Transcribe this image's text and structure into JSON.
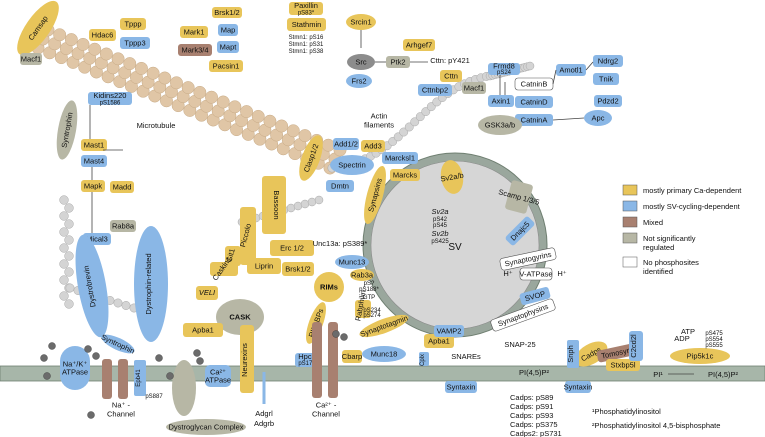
{
  "colors": {
    "yellow": "#e8c55a",
    "blue": "#8ab7e6",
    "brown": "#a88070",
    "gray": "#b7b7a5",
    "membrane": "#a7b6a9",
    "vesicle_fill": "#d6d6d6",
    "vesicle_ring": "#9aa79d",
    "microtubule": "#e0c6a6",
    "actin": "#d4d4d4"
  },
  "proteins": {
    "hdac6": "Hdac6",
    "tppp": "Tppp",
    "tppp3": "Tppp3",
    "mark1": "Mark1",
    "brsk12_top": "Brsk1/2",
    "map": "Map",
    "mark34": "Mark3/4",
    "mapt": "Mapt",
    "pacsin1": "Pacsin1",
    "paxillin": "Paxillin",
    "paxillin_site": "pS83*",
    "stathmin": "Stathmin",
    "srcin1": "Srcin1",
    "src": "Src",
    "ptk2": "Ptk2",
    "frs2": "Frs2",
    "arhgef7": "Arhgef7",
    "cttn": "Cttn",
    "cttnbp2": "Cttnbp2",
    "camsap": "Camsap",
    "macf1_left": "Macf1",
    "syntrophin_top": "Syntrophin",
    "kidins220": "Kidins220",
    "kidins_site": "pS1586",
    "mast1": "Mast1",
    "mast4": "Mast4",
    "mapk": "Mapk",
    "madd": "Madd",
    "rab8a": "Rab8a",
    "mical3": "Mical3",
    "frmd8": "Frmd8",
    "frmd8_site": "pS24",
    "macf1_right": "Macf1",
    "axin1": "Axin1",
    "catninb": "CatninB",
    "catnind": "CatninD",
    "catnina": "CatninA",
    "amotl1": "Amotl1",
    "ndrg2": "Ndrg2",
    "tnik": "Tnik",
    "pdzd2": "Pdzd2",
    "apc": "Apc",
    "gsk3": "GSK3a/b",
    "add12": "Add1/2",
    "add3": "Add3",
    "spectrin": "Spectrin",
    "dmtn": "Dmtn",
    "marcksl1": "Marcksl1",
    "marcks": "Marcks",
    "clasp12": "Clasp1/2",
    "synapsins": "Synapsins",
    "sv2ab": "Sv2a/b",
    "scamp": "Scamp 1/3/5",
    "bassoon": "Bassoon",
    "piccolo": "Piccolo",
    "git1": "Git1",
    "erc12": "Erc 1/2",
    "liprin": "Liprin",
    "caskin1": "Caskin1",
    "veli": "VELI",
    "cask": "CASK",
    "brsk12": "Brsk1/2",
    "rims": "RIMs",
    "munc13": "Munc13",
    "rab3a": "Rab3a",
    "rabphilin": "Rabphilin",
    "rim_bps": "RIM-BPs",
    "apba1_left": "Apba1",
    "apba1_right": "Apba1",
    "synaptotagmin": "Synaptotagmin",
    "hpca": "Hpca",
    "hpca_site": "pS175",
    "cbarp": "Cbarp",
    "munc18": "Munc18",
    "vamp2": "VAMP2",
    "snap25": "SNAP-25",
    "cplx": "Cplx",
    "syntaxin": "Syntaxin",
    "syntaxin2": "Syntaxin",
    "cadps": "Cadps",
    "snph": "Snph",
    "tomosyn": "Tomosyn",
    "stxbp5l": "Stxbp5l",
    "c2cd2l": "C2cd2l",
    "pip5k1c": "Pip5k1c",
    "dnajc5": "Dnajc5",
    "svop": "SVOP",
    "synaptogyrins": "Synaptogyrins",
    "synaptophysins": "Synaptophysins",
    "dystrobrevin": "Dystrobrevin",
    "dystrophin": "Dystrophin-related",
    "syntrophin_bottom": "Syntrophin",
    "epb41": "Epb41",
    "neurexins": "Neurexins",
    "adgrl": "Adgrl",
    "adgrb": "Adgrb",
    "dystroglycan": "Dystroglycan Complex"
  },
  "labels": {
    "microtubule": "Microtubule",
    "actin_filaments": "Actin\nfilaments",
    "sv": "SV",
    "snares": "SNAREs",
    "unc13a": "Unc13a: pS389*",
    "cttn_site": "Cttn: pY421",
    "stmn1_1": "Stmn1: pS16",
    "stmn1_2": "Stmn1: pS31",
    "stmn1_3": "Stmn1: pS38",
    "sv2a": "Sv2a",
    "sv2a_s1": "pS42",
    "sv2a_s2": "pS45",
    "sv2b": "Sv2b",
    "sv2b_s1": "pS425",
    "rab3a_s1": "pS?",
    "rab3a_s2": "pS188*",
    "gtp": "GTP",
    "rabph_s1": "pS234",
    "rabph_s2": "pS274",
    "vatpase": "V-ATPase",
    "hplus": "H⁺",
    "nak_atpase": "Na⁺/K⁺\nATPase",
    "ca_atpase": "Ca²⁺\nATPase",
    "na_channel": "Na⁺ -\nChannel",
    "ca_channel": "Ca²⁺ -\nChannel",
    "epb_site": "pS887",
    "pip2_left": "PI(4,5)P²",
    "pip2_right": "PI(4,5)P²",
    "pi": "PI¹",
    "adp": "ADP",
    "atp": "ATP",
    "pip_s1": "pS475",
    "pip_s2": "pS554",
    "pip_s3": "pS555",
    "cadps_s1": "Cadps: pS89",
    "cadps_s2": "Cadps: pS91",
    "cadps_s3": "Cadps: pS93",
    "cadps_s4": "Cadps: pS375",
    "cadps_s5": "Cadps2: pS731",
    "footnote1": "¹Phosphatidylinositol",
    "footnote2": "²Phosphatidylinositol 4,5-bisphosphate"
  },
  "legend": [
    {
      "label": "mostly primary Ca-dependent",
      "color": "#e8c55a"
    },
    {
      "label": "mostly SV-cycling-dependent",
      "color": "#8ab7e6"
    },
    {
      "label": "Mixed",
      "color": "#a88070"
    },
    {
      "label": "Not significantly\nregulated",
      "color": "#b7b7a5"
    },
    {
      "label": "No phosphosites\nidentified",
      "color": "#ffffff"
    }
  ]
}
